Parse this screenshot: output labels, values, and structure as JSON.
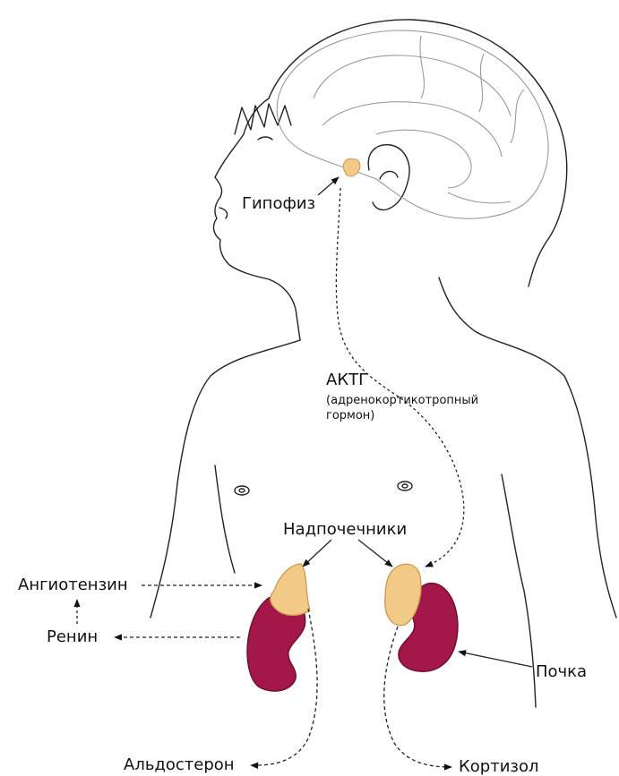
{
  "labels": {
    "pituitary": "Гипофиз",
    "acth": "АКТГ",
    "acth_desc_1": "(адренокортикотропный",
    "acth_desc_2": "гормон)",
    "adrenals": "Надпочечники",
    "angiotensin": "Ангиотензин",
    "renin": "Ренин",
    "kidney": "Почка",
    "aldosterone": "Альдостерон",
    "cortisol": "Кортизол"
  },
  "colors": {
    "kidney": "#a3174a",
    "kidney_dark": "#6e0f33",
    "adrenal": "#f2c987",
    "adrenal_dark": "#c99a52",
    "outline": "#222222",
    "brain": "#9a9a9a"
  }
}
